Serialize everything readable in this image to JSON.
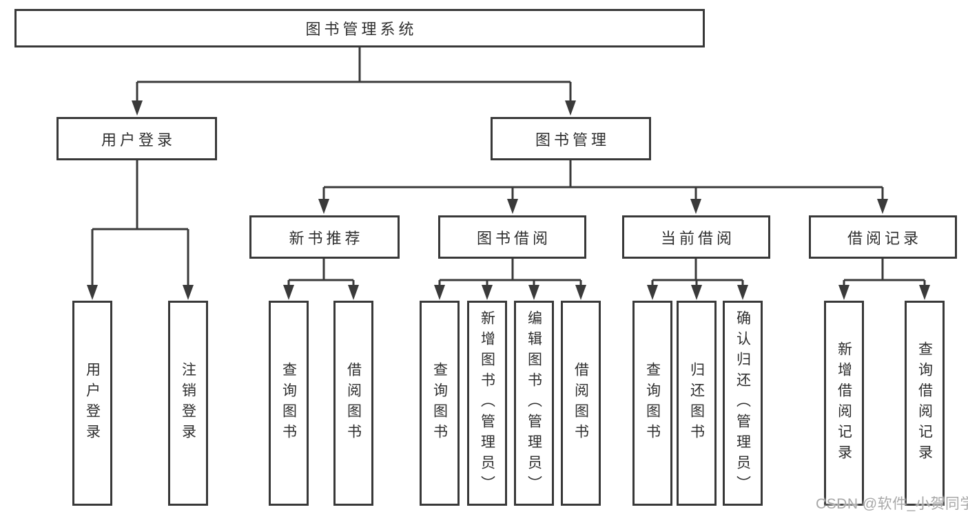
{
  "diagram": {
    "root": {
      "label": "图书管理系统"
    },
    "level2": [
      {
        "label": "用户登录"
      },
      {
        "label": "图书管理"
      }
    ],
    "level3": [
      {
        "label": "新书推荐"
      },
      {
        "label": "图书借阅"
      },
      {
        "label": "当前借阅"
      },
      {
        "label": "借阅记录"
      }
    ],
    "leaves": {
      "login": [
        "用户登录",
        "注销登录"
      ],
      "recommend": [
        "查询图书",
        "借阅图书"
      ],
      "borrow": [
        "查询图书",
        "新增图书（管理员）",
        "编辑图书（管理员）",
        "借阅图书"
      ],
      "current": [
        "查询图书",
        "归还图书",
        "确认归还（管理员）"
      ],
      "records": [
        "新增借阅记录",
        "查询借阅记录"
      ]
    }
  },
  "watermark": {
    "text": "CSDN @软件_小贺同学"
  },
  "colors": {
    "line": "#3a3a3a",
    "border": "#383838",
    "text": "#2e2e2e",
    "watermark": "#a8a8a8",
    "background": "#ffffff"
  }
}
